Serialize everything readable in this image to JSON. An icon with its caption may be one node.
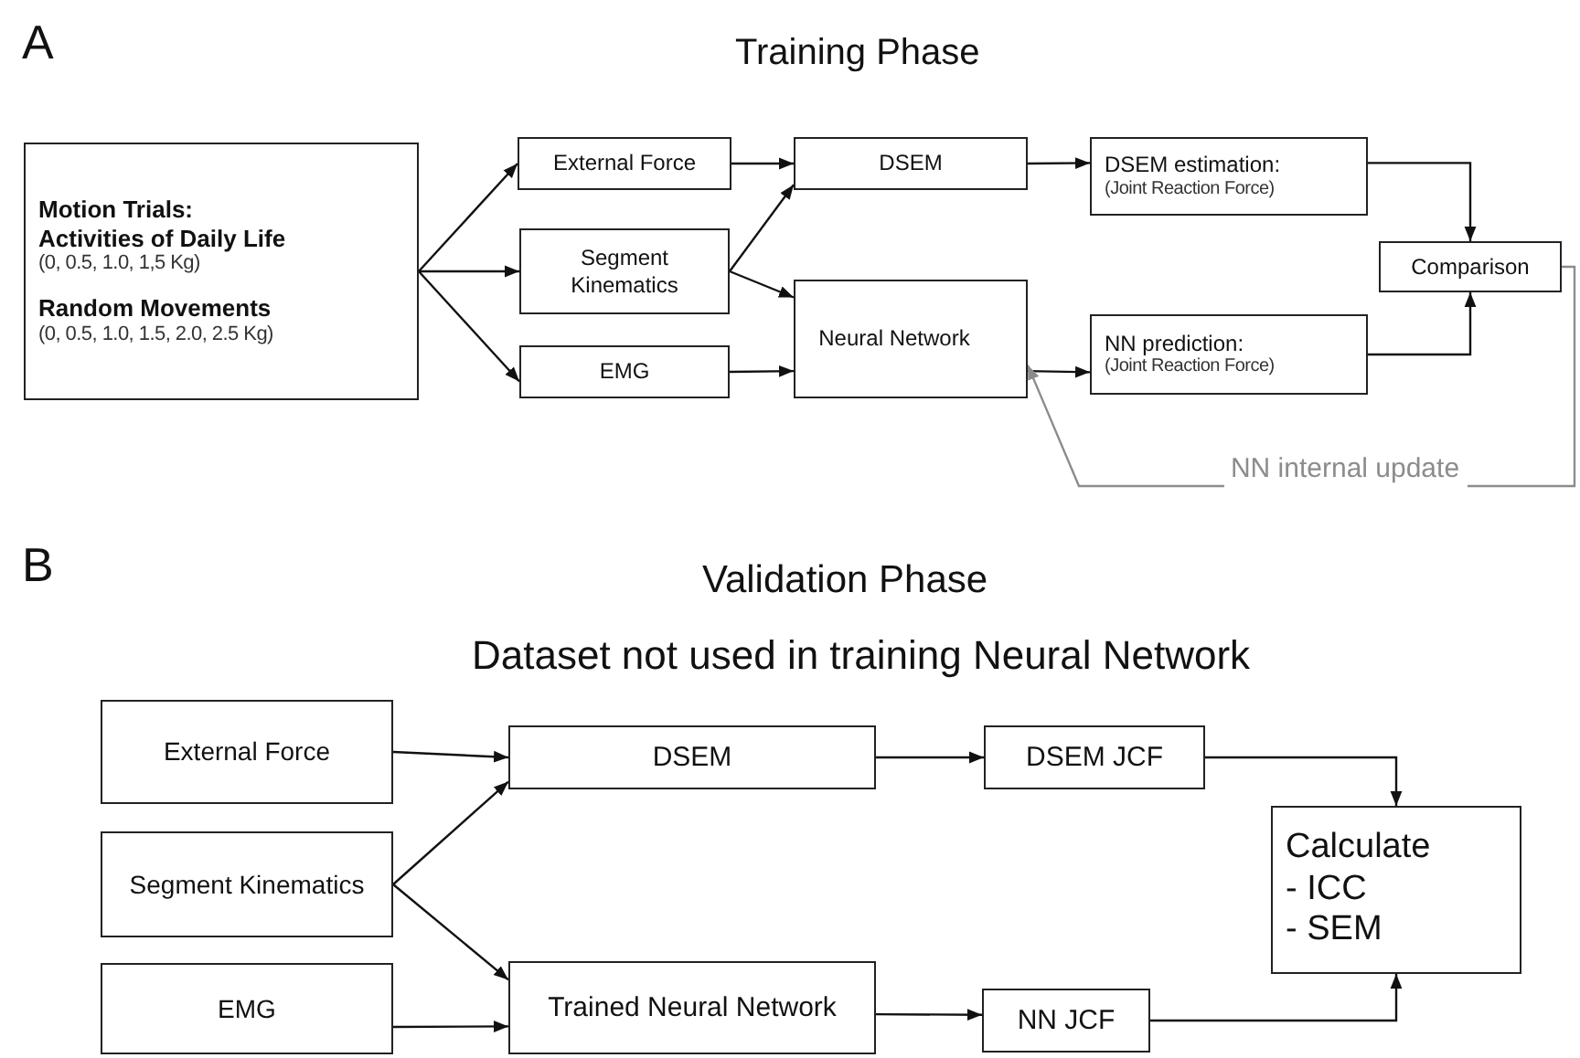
{
  "diagram": {
    "nodes": [
      {
        "text": [
          "Motion Trials:",
          "Activities of Daily Life",
          "(0, 0.5, 1.0, 1,5 Kg)",
          "Random Movements",
          "(0, 0.5, 1.0, 1.5, 2.0, 2.5 Kg)"
        ]
      },
      {
        "text": [
          "External Force"
        ]
      },
      {
        "text": [
          "Segment Kinematics"
        ]
      },
      {
        "text": [
          "EMG"
        ]
      },
      {
        "text": [
          "DSEM"
        ]
      },
      {
        "text": [
          "Neural Network"
        ]
      },
      {
        "text": [
          "DSEM estimation:",
          "(Joint Reaction Force)"
        ]
      },
      {
        "text": [
          "Comparison"
        ]
      },
      {
        "text": [
          "NN prediction:",
          "(Joint Reaction Force)"
        ]
      },
      {
        "text": [
          "External Force"
        ]
      },
      {
        "text": [
          "Segment Kinematics"
        ]
      },
      {
        "text": [
          "EMG"
        ]
      },
      {
        "text": [
          "DSEM"
        ]
      },
      {
        "text": [
          "Trained Neural Network"
        ]
      },
      {
        "text": [
          "DSEM JCF"
        ]
      },
      {
        "text": [
          "NN JCF"
        ]
      },
      {
        "text": [
          "Calculate",
          "- ICC",
          "- SEM"
        ]
      }
    ],
    "edges": [
      {
        "from": 0,
        "to": 1,
        "arrow": "to"
      },
      {
        "from": 0,
        "to": 2,
        "arrow": "to"
      },
      {
        "from": 0,
        "to": 3,
        "arrow": "to"
      },
      {
        "from": 1,
        "to": 4,
        "arrow": "to"
      },
      {
        "from": 2,
        "to": 4,
        "arrow": "to"
      },
      {
        "from": 2,
        "to": 5,
        "arrow": "to"
      },
      {
        "from": 3,
        "to": 5,
        "arrow": "to"
      },
      {
        "from": 4,
        "to": 6,
        "arrow": "to"
      },
      {
        "from": 5,
        "to": 8,
        "arrow": "to"
      },
      {
        "from": 6,
        "to": 7,
        "arrow": "to"
      },
      {
        "from": 8,
        "to": 7,
        "arrow": "to"
      },
      {
        "from": 7,
        "to": 5,
        "arrow": "to",
        "label": "NN internal update",
        "color": "#8c8c8c"
      },
      {
        "from": 9,
        "to": 12,
        "arrow": "to"
      },
      {
        "from": 10,
        "to": 12,
        "arrow": "to"
      },
      {
        "from": 10,
        "to": 13,
        "arrow": "to"
      },
      {
        "from": 11,
        "to": 13,
        "arrow": "to"
      },
      {
        "from": 12,
        "to": 14,
        "arrow": "to"
      },
      {
        "from": 13,
        "to": 15,
        "arrow": "to"
      },
      {
        "from": 14,
        "to": 16,
        "arrow": "to"
      },
      {
        "from": 15,
        "to": 16,
        "arrow": "to"
      }
    ],
    "labels": [
      "A",
      "Training Phase",
      "B",
      "Validation Phase",
      "Dataset not used in training Neural Network"
    ]
  }
}
